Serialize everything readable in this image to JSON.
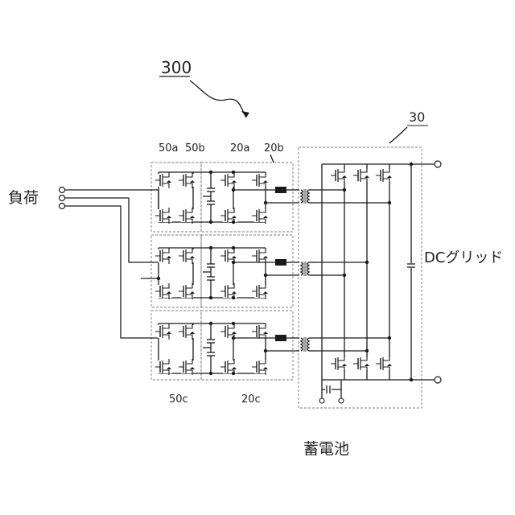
{
  "labels": {
    "ref_300": "300",
    "ref_30": "30",
    "ref_50a": "50a",
    "ref_50b": "50b",
    "ref_20a": "20a",
    "ref_20b": "20b",
    "ref_50c": "50c",
    "ref_20c": "20c",
    "load": "負荷",
    "dc_grid": "DCグリッド",
    "battery": "蓄電池"
  }
}
